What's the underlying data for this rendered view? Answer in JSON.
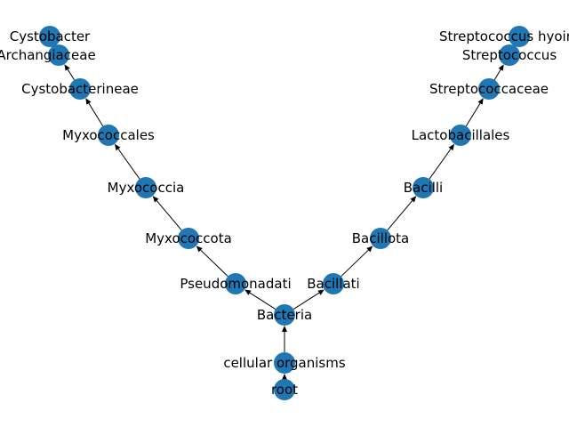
{
  "diagram": {
    "type": "taxonomy-tree",
    "node_color": "#1f77b4",
    "edge_color": "#000000",
    "nodes": [
      {
        "id": "root",
        "label": "root"
      },
      {
        "id": "cellular-organisms",
        "label": "cellular organisms"
      },
      {
        "id": "bacteria",
        "label": "Bacteria"
      },
      {
        "id": "pseudomonadati",
        "label": "Pseudomonadati"
      },
      {
        "id": "myxococcota",
        "label": "Myxococcota"
      },
      {
        "id": "myxococcia",
        "label": "Myxococcia"
      },
      {
        "id": "myxococcales",
        "label": "Myxococcales"
      },
      {
        "id": "cystobacterineae",
        "label": "Cystobacterineae"
      },
      {
        "id": "archangiaceae",
        "label": "Archangiaceae"
      },
      {
        "id": "cystobacter",
        "label": "Cystobacter"
      },
      {
        "id": "bacillati",
        "label": "Bacillati"
      },
      {
        "id": "bacillota",
        "label": "Bacillota"
      },
      {
        "id": "bacilli",
        "label": "Bacilli"
      },
      {
        "id": "lactobacillales",
        "label": "Lactobacillales"
      },
      {
        "id": "streptococcaceae",
        "label": "Streptococcaceae"
      },
      {
        "id": "streptococcus",
        "label": "Streptococcus"
      },
      {
        "id": "streptococcus-hyointestinalis",
        "label": "Streptococcus hyointestinalis"
      }
    ],
    "edges": [
      {
        "from": "root",
        "to": "cellular-organisms"
      },
      {
        "from": "cellular-organisms",
        "to": "bacteria"
      },
      {
        "from": "bacteria",
        "to": "pseudomonadati"
      },
      {
        "from": "bacteria",
        "to": "bacillati"
      },
      {
        "from": "pseudomonadati",
        "to": "myxococcota"
      },
      {
        "from": "myxococcota",
        "to": "myxococcia"
      },
      {
        "from": "myxococcia",
        "to": "myxococcales"
      },
      {
        "from": "myxococcales",
        "to": "cystobacterineae"
      },
      {
        "from": "cystobacterineae",
        "to": "archangiaceae"
      },
      {
        "from": "archangiaceae",
        "to": "cystobacter"
      },
      {
        "from": "bacillati",
        "to": "bacillota"
      },
      {
        "from": "bacillota",
        "to": "bacilli"
      },
      {
        "from": "bacilli",
        "to": "lactobacillales"
      },
      {
        "from": "lactobacillales",
        "to": "streptococcaceae"
      },
      {
        "from": "streptococcaceae",
        "to": "streptococcus"
      },
      {
        "from": "streptococcus",
        "to": "streptococcus-hyointestinalis"
      }
    ]
  }
}
